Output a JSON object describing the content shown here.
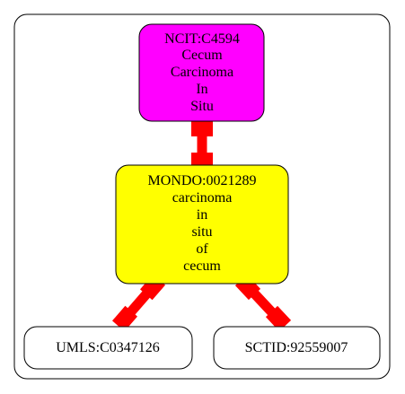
{
  "diagram": {
    "nodes": [
      {
        "id": "ncit",
        "lines": [
          "NCIT:C4594",
          "Cecum",
          "Carcinoma",
          "In",
          "Situ"
        ],
        "fill": "#ff00ff"
      },
      {
        "id": "mondo",
        "lines": [
          "MONDO:0021289",
          "carcinoma",
          "in",
          "situ",
          "of",
          "cecum"
        ],
        "fill": "#ffff00"
      },
      {
        "id": "umls",
        "lines": [
          "UMLS:C0347126"
        ],
        "fill": "#ffffff"
      },
      {
        "id": "sctid",
        "lines": [
          "SCTID:92559007"
        ],
        "fill": "#ffffff"
      }
    ],
    "edges": [
      {
        "from": "ncit",
        "to": "mondo",
        "color": "#ff0000"
      },
      {
        "from": "mondo",
        "to": "umls",
        "color": "#ff0000"
      },
      {
        "from": "mondo",
        "to": "sctid",
        "color": "#ff0000"
      }
    ],
    "colors": {
      "cluster_border": "#000000",
      "node_border": "#000000",
      "edge": "#ff0000"
    }
  }
}
